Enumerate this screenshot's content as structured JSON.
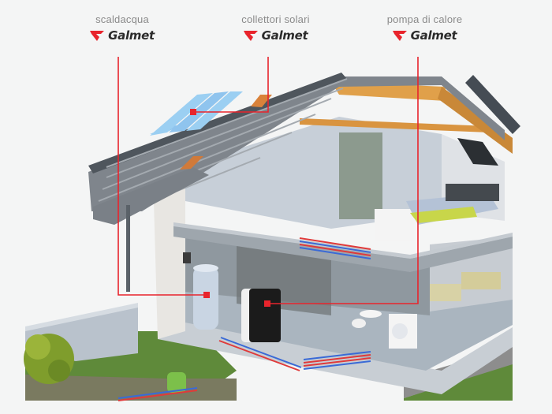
{
  "illustration": {
    "description": "Cutaway 3D house showing Galmet heating system components",
    "brand": "Galmet",
    "accent_color": "#e8242c",
    "background_color": "#f4f5f5"
  },
  "callouts": [
    {
      "id": "scaldacqua",
      "label": "scaldacqua",
      "brand": "Galmet",
      "target": "water-heater-tank"
    },
    {
      "id": "collettori",
      "label": "collettori solari",
      "brand": "Galmet",
      "target": "solar-collectors"
    },
    {
      "id": "pompa",
      "label": "pompa di calore",
      "brand": "Galmet",
      "target": "heat-pump"
    }
  ]
}
